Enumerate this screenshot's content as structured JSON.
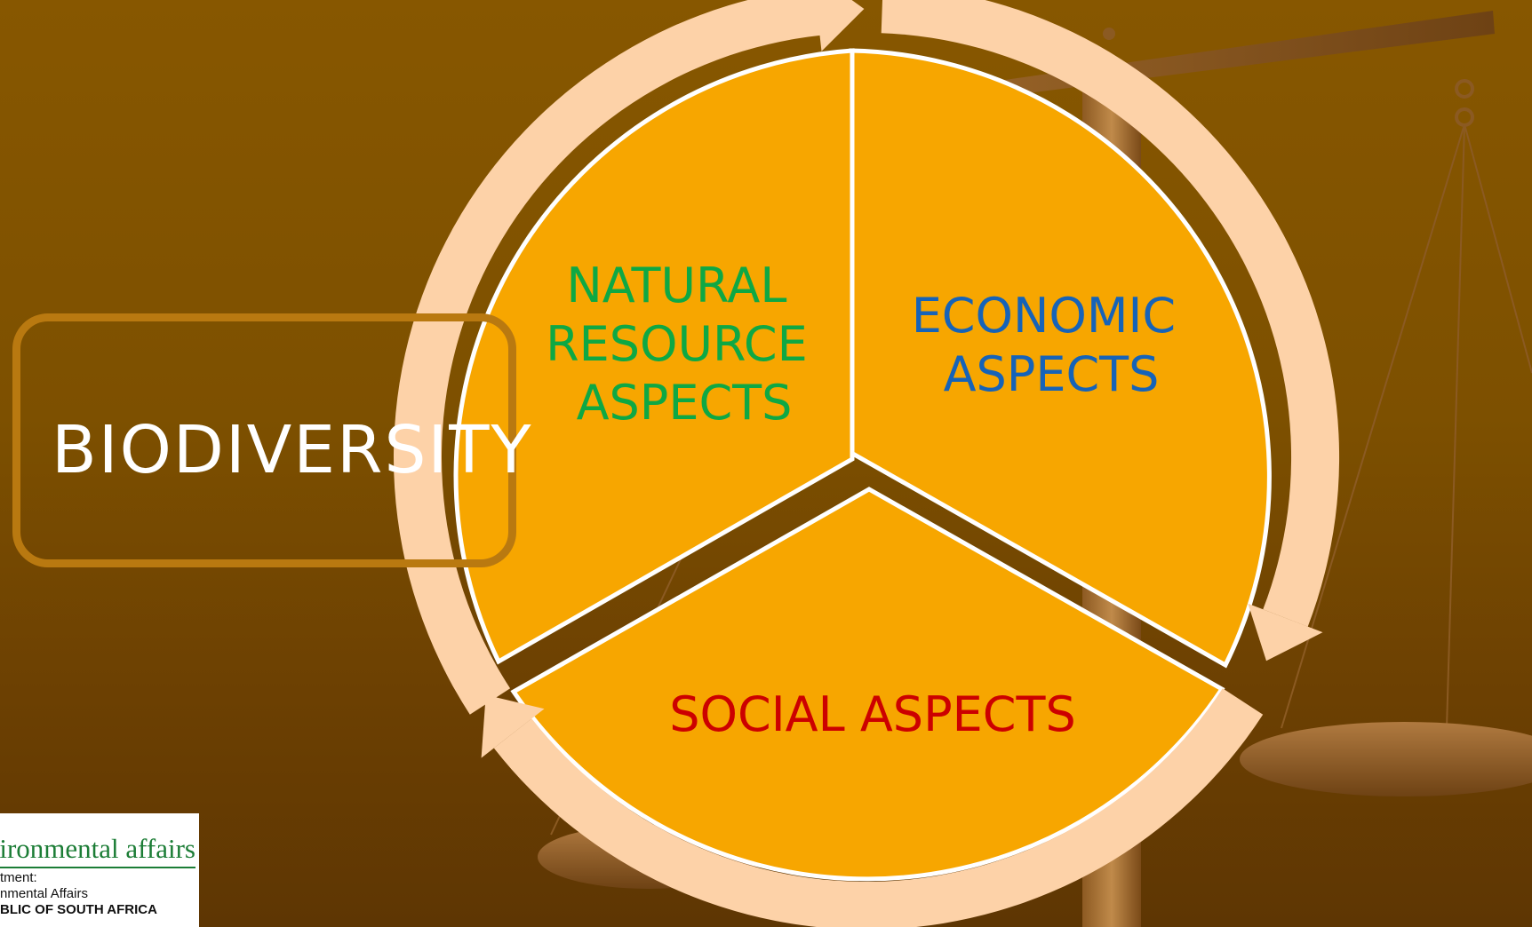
{
  "colors": {
    "background": "#7d5000",
    "segment_fill": "#f7a600",
    "arrow_ring": "#fdd2a8",
    "scale_brown": "#8b5a22",
    "natural_text": "#0ea844",
    "economic_text": "#1663b8",
    "social_text": "#cc0000",
    "box_border": "#b97910"
  },
  "cycle": {
    "natural": {
      "lines": [
        "NATURAL",
        "RESOURCE",
        "ASPECTS"
      ]
    },
    "economic": {
      "lines": [
        "ECONOMIC",
        "ASPECTS"
      ]
    },
    "social": {
      "lines": [
        "SOCIAL ASPECTS"
      ]
    }
  },
  "biodiversity": {
    "label": "BIODIVERSITY"
  },
  "logo": {
    "title": "ironmental affairs",
    "line1": "tment:",
    "line2": "nmental Affairs",
    "line3": "BLIC OF SOUTH AFRICA"
  }
}
